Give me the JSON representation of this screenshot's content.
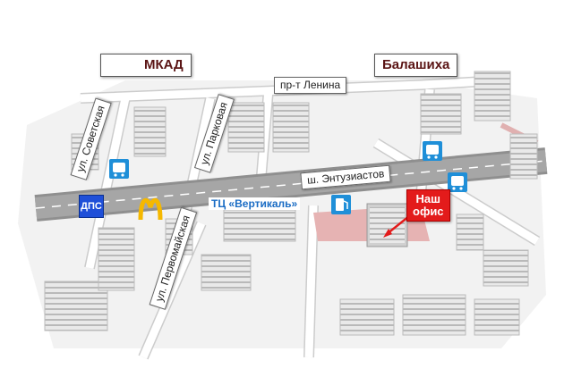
{
  "roads": {
    "lenina": "пр-т Ленина",
    "sovetskaya": "ул. Советская",
    "parkovaya": "ул. Парковая",
    "entuziastov": "ш. Энтузиастов",
    "pervomayskaya": "ул. Первомайская"
  },
  "destinations": {
    "mkad": "МКАД",
    "balashikha": "Балашиха"
  },
  "landmarks": {
    "tc": "ТЦ «Вертикаль»",
    "dps": "ДПС",
    "office": [
      "Наш",
      "офис"
    ]
  },
  "icons": [
    "bus-stop-icon",
    "fuel-station-icon",
    "mcdonalds-logo-icon",
    "arrow-left-icon"
  ],
  "colors": {
    "highway": "#8f8f8f",
    "road": "#ffffff",
    "road_edge": "#c8c8c8",
    "bus": "#1f8fd8",
    "office_red": "#e31b1b",
    "brand_red": "#6b1a1a"
  }
}
